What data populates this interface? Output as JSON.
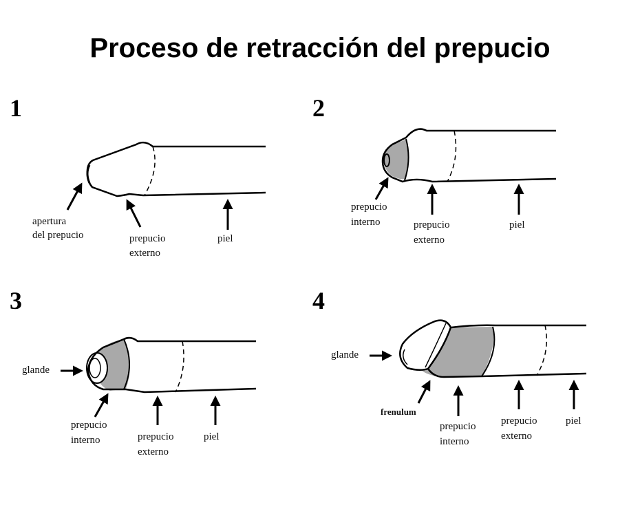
{
  "title": "Proceso de retracción del prepucio",
  "colors": {
    "ink": "#000000",
    "inner_foreskin_fill": "#a9a9a9",
    "background": "#ffffff"
  },
  "panels": [
    {
      "number": "1",
      "labels": {
        "opening": [
          "apertura",
          "del prepucio"
        ],
        "outer_foreskin": [
          "prepucio",
          "externo"
        ],
        "skin": "piel"
      }
    },
    {
      "number": "2",
      "labels": {
        "inner_foreskin": [
          "prepucio",
          "interno"
        ],
        "outer_foreskin": [
          "prepucio",
          "externo"
        ],
        "skin": "piel"
      }
    },
    {
      "number": "3",
      "labels": {
        "glans": "glande",
        "inner_foreskin": [
          "prepucio",
          "interno"
        ],
        "outer_foreskin": [
          "prepucio",
          "externo"
        ],
        "skin": "piel"
      }
    },
    {
      "number": "4",
      "labels": {
        "glans": "glande",
        "frenulum": "frenulum",
        "inner_foreskin": [
          "prepucio",
          "interno"
        ],
        "outer_foreskin": [
          "prepucio",
          "externo"
        ],
        "skin": "piel"
      }
    }
  ]
}
